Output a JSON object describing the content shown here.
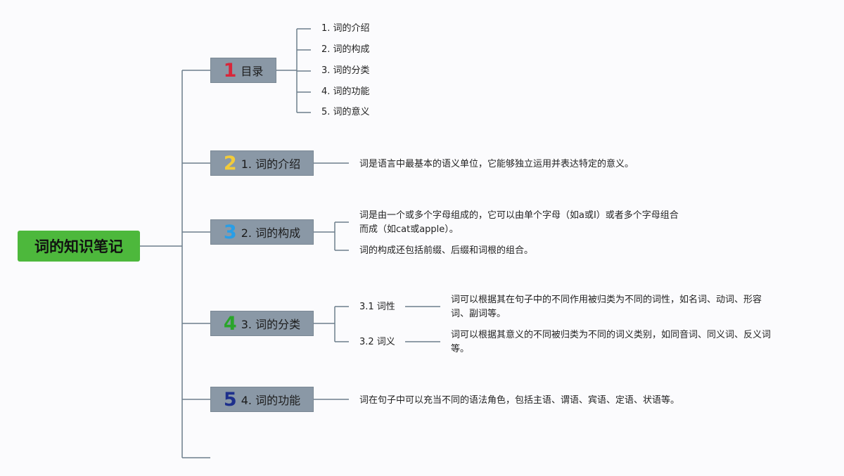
{
  "root": {
    "label": "词的知识笔记"
  },
  "branches": [
    {
      "num": "1",
      "num_color": "#d8263a",
      "label": "目录",
      "children": [
        "1. 词的介绍",
        "2. 词的构成",
        "3. 词的分类",
        "4. 词的功能",
        "5. 词的意义"
      ]
    },
    {
      "num": "2",
      "num_color": "#f2cb3a",
      "label": "1. 词的介绍",
      "text": "词是语言中最基本的语义单位，它能够独立运用并表达特定的意义。"
    },
    {
      "num": "3",
      "num_color": "#2a9ee6",
      "label": "2. 词的构成",
      "texts": [
        "词是由一个或多个字母组成的，它可以由单个字母（如a或I）或者多个字母组合",
        "而成（如cat或apple）。",
        "词的构成还包括前缀、后缀和词根的组合。"
      ]
    },
    {
      "num": "4",
      "num_color": "#2aa52a",
      "label": "3. 词的分类",
      "subs": [
        {
          "label": "3.1 词性",
          "lines": [
            "词可以根据其在句子中的不同作用被归类为不同的词性，如名词、动词、形容",
            "词、副词等。"
          ]
        },
        {
          "label": "3.2 词义",
          "lines": [
            "词可以根据其意义的不同被归类为不同的词义类别，如同音词、同义词、反义词",
            "等。"
          ]
        }
      ]
    },
    {
      "num": "5",
      "num_color": "#1d2f8c",
      "label": "4. 词的功能",
      "text": "词在句子中可以充当不同的语法角色，包括主语、谓语、宾语、定语、状语等。"
    }
  ]
}
